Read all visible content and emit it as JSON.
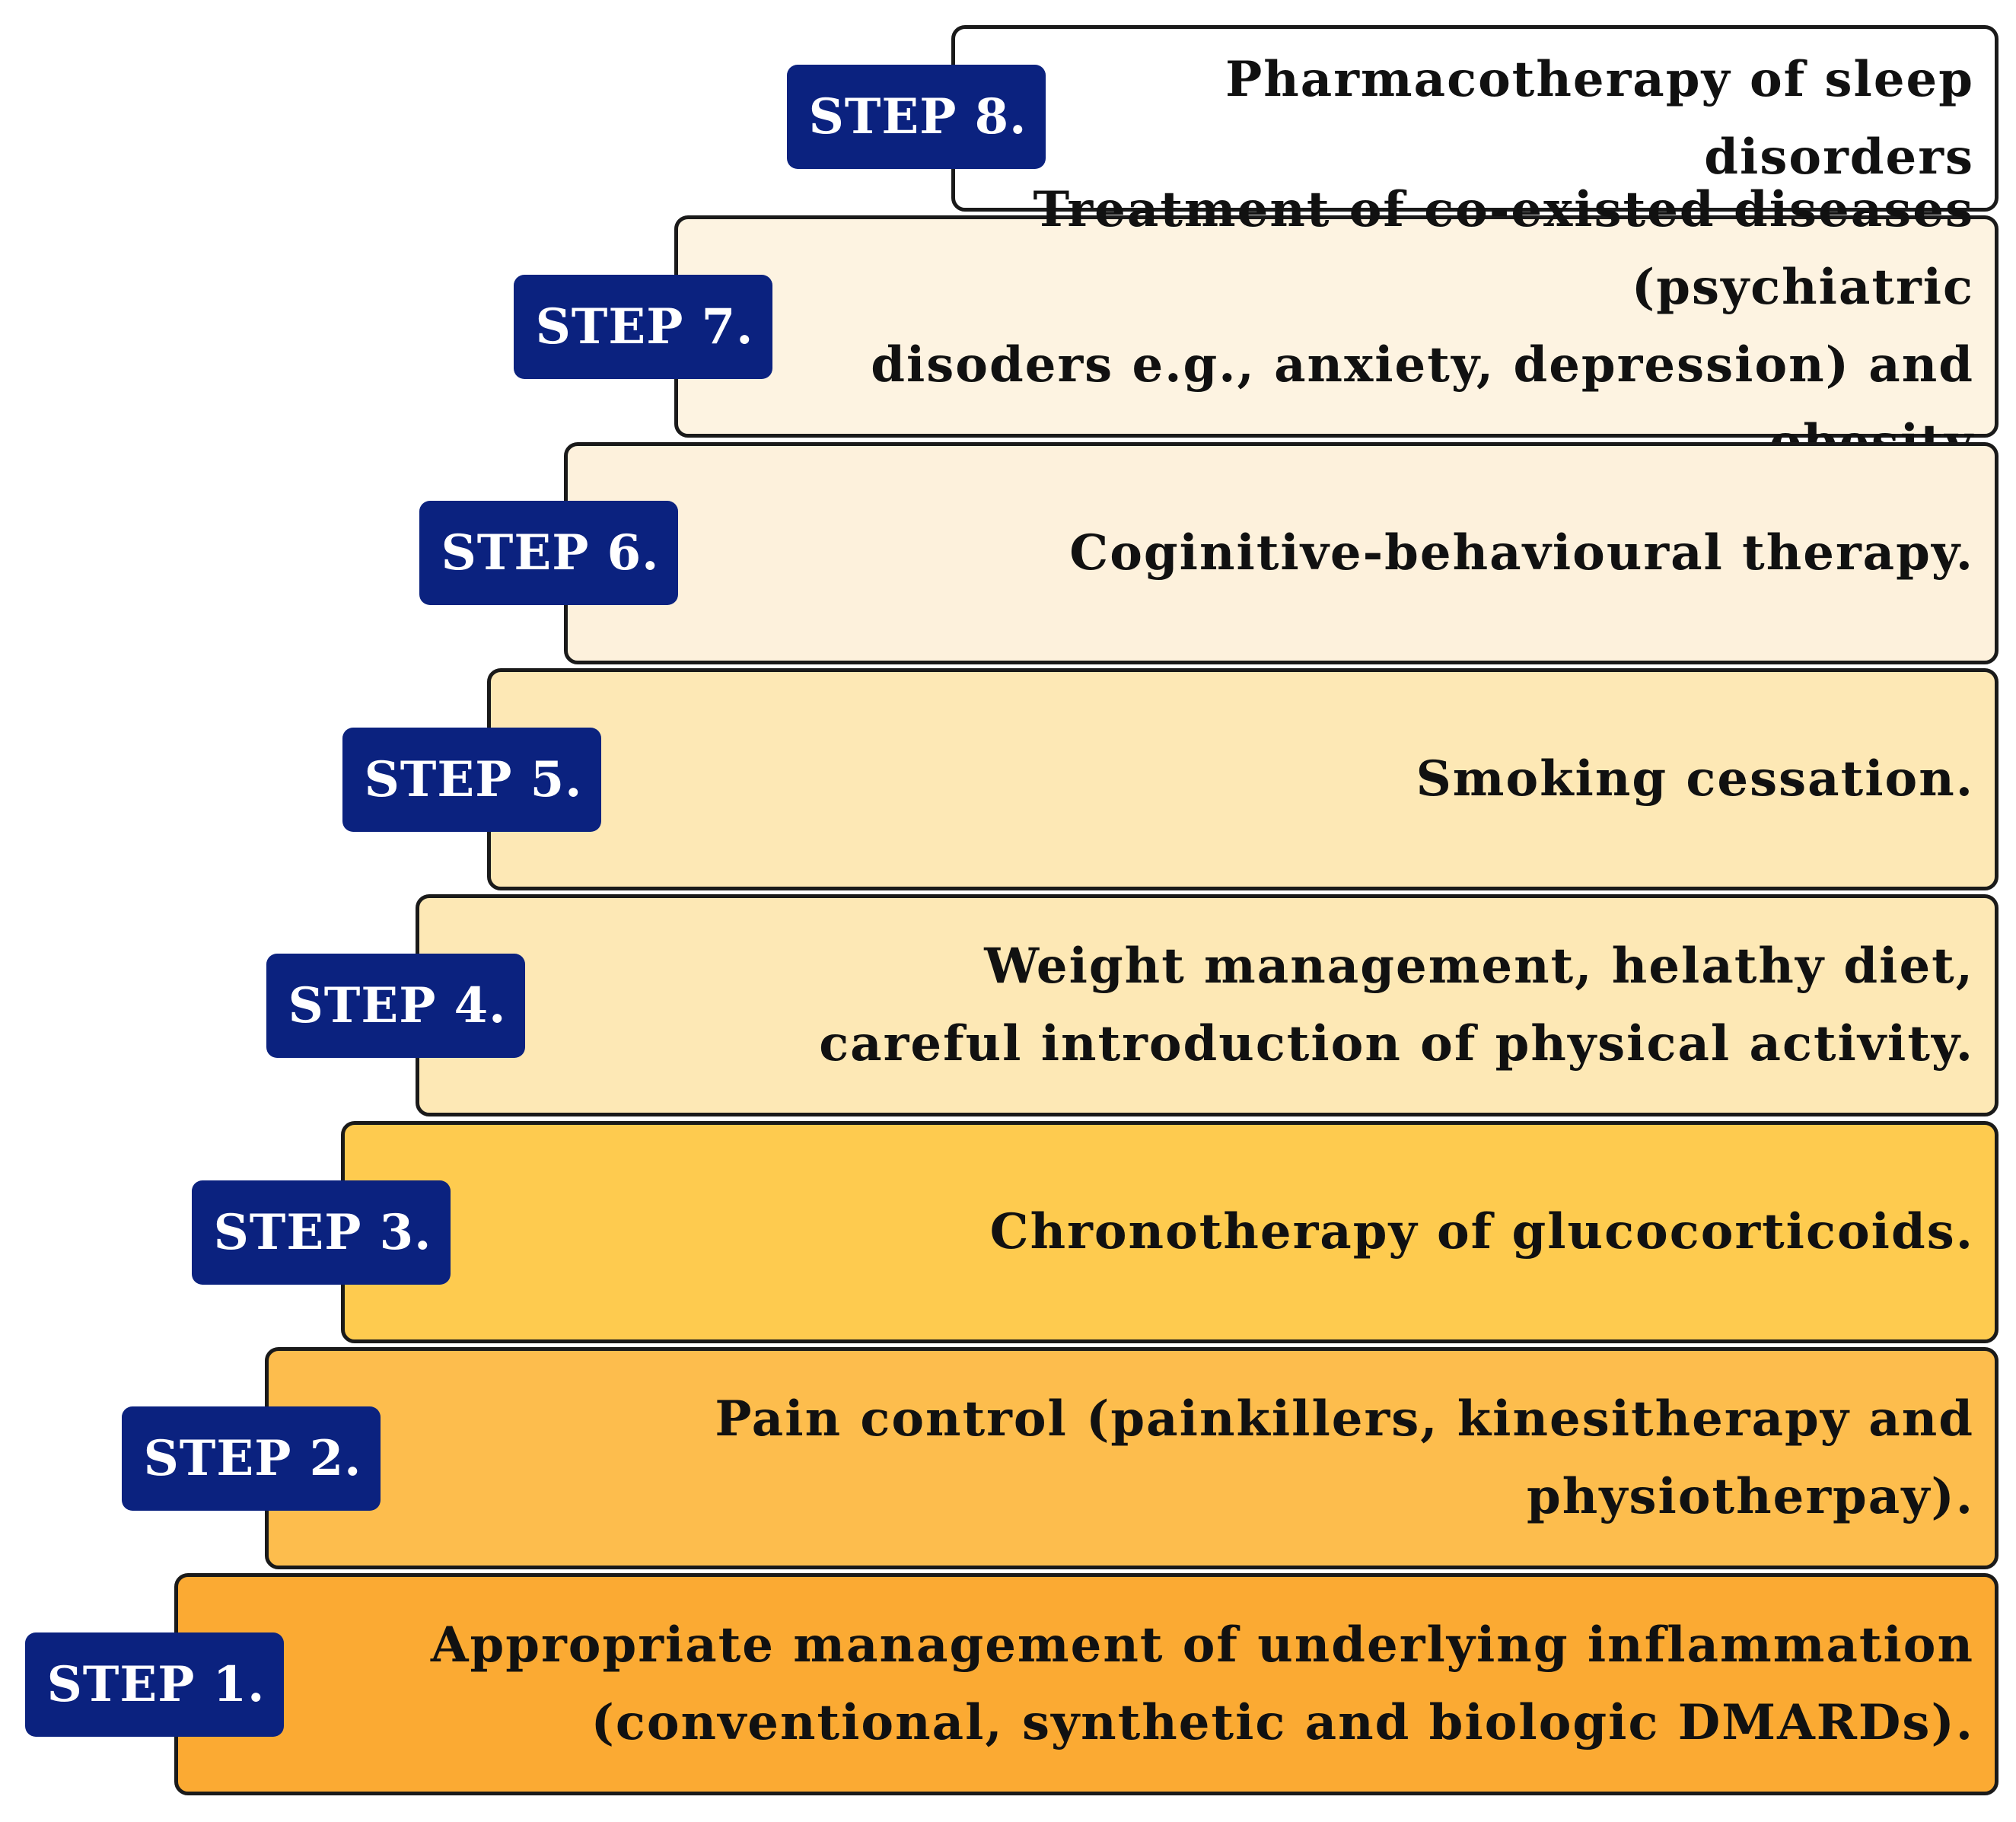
{
  "steps": [
    {
      "label": "STEP 1.",
      "text": "Appropriate management of underlying inflammation\n(conventional, synthetic and biologic DMARDs).",
      "color": "#fbaa33"
    },
    {
      "label": "STEP 2.",
      "text": "Pain control (painkillers, kinesitherapy and physiotherpay).",
      "color": "#fdbd4d"
    },
    {
      "label": "STEP 3.",
      "text": "Chronotherapy of glucocorticoids.",
      "color": "#fecb4f"
    },
    {
      "label": "STEP 4.",
      "text": "Weight management, helathy diet,\ncareful introduction of physical activity.",
      "color": "#fde8b5"
    },
    {
      "label": "STEP 5.",
      "text": "Smoking cessation.",
      "color": "#fde8b5"
    },
    {
      "label": "STEP 6.",
      "text": "Coginitive-behavioural therapy.",
      "color": "#fdf1dc"
    },
    {
      "label": "STEP 7.",
      "text": "Treatment of co-existed diseases (psychiatric\ndisoders e.g., anxiety, depression) and obesity",
      "color": "#fdf3e1"
    },
    {
      "label": "STEP 8.",
      "text": "Pharmacotherapy of sleep disorders",
      "color": "#ffffff"
    }
  ],
  "badge_color": "#0b227f"
}
